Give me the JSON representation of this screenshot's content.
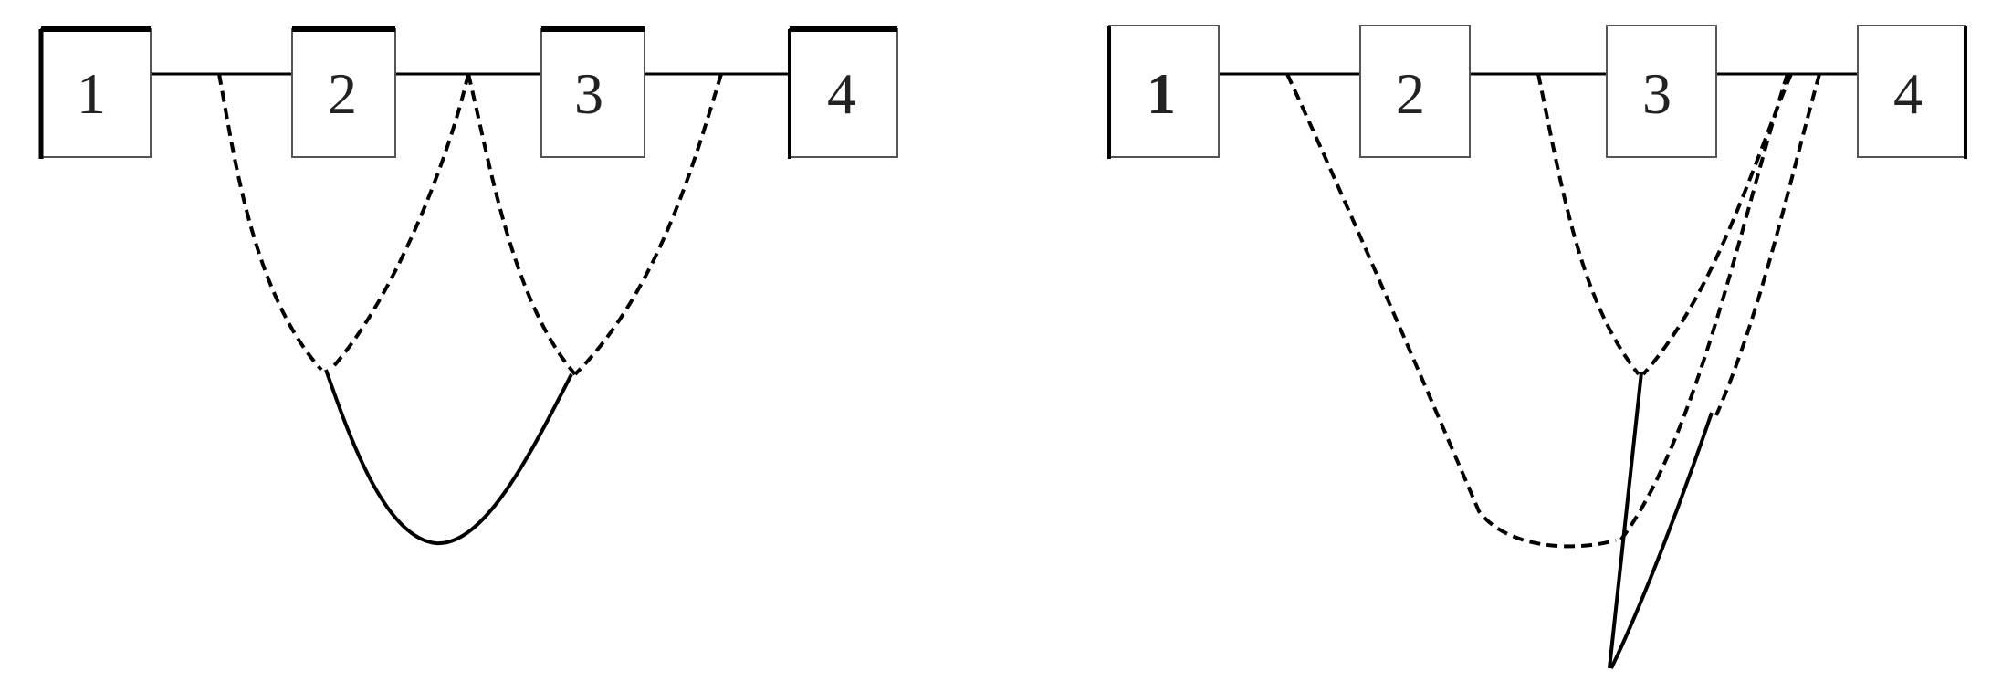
{
  "left_diagram": {
    "boxes": [
      "1",
      "2",
      "3",
      "4"
    ]
  },
  "right_diagram": {
    "boxes": [
      "1",
      "2",
      "3",
      "4"
    ]
  }
}
